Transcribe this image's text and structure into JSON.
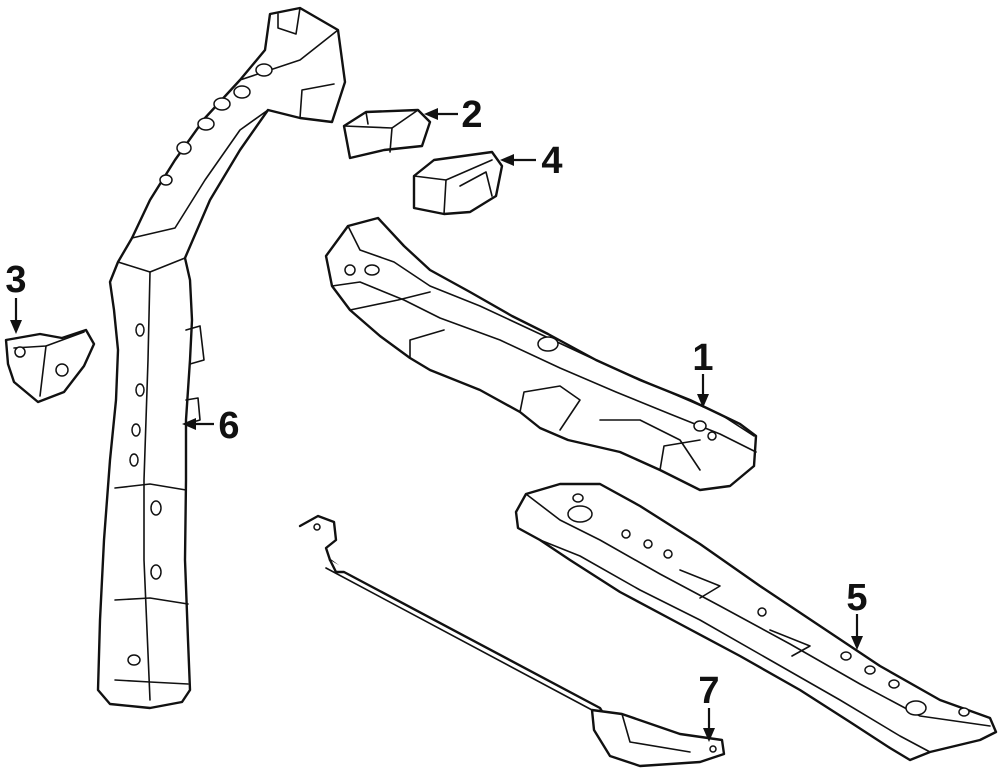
{
  "callouts": {
    "c1": "1",
    "c2": "2",
    "c3": "3",
    "c4": "4",
    "c5": "5",
    "c6": "6",
    "c7": "7"
  },
  "parts": [
    {
      "id": "part-1",
      "name": "upper-tie-bar"
    },
    {
      "id": "part-2",
      "name": "upper-bracket"
    },
    {
      "id": "part-3",
      "name": "side-bracket"
    },
    {
      "id": "part-4",
      "name": "mount-bracket"
    },
    {
      "id": "part-5",
      "name": "lower-tie-bar"
    },
    {
      "id": "part-6",
      "name": "side-support-pillar"
    },
    {
      "id": "part-7",
      "name": "support-rod"
    }
  ],
  "colors": {
    "line": "#111111",
    "background": "#ffffff"
  }
}
